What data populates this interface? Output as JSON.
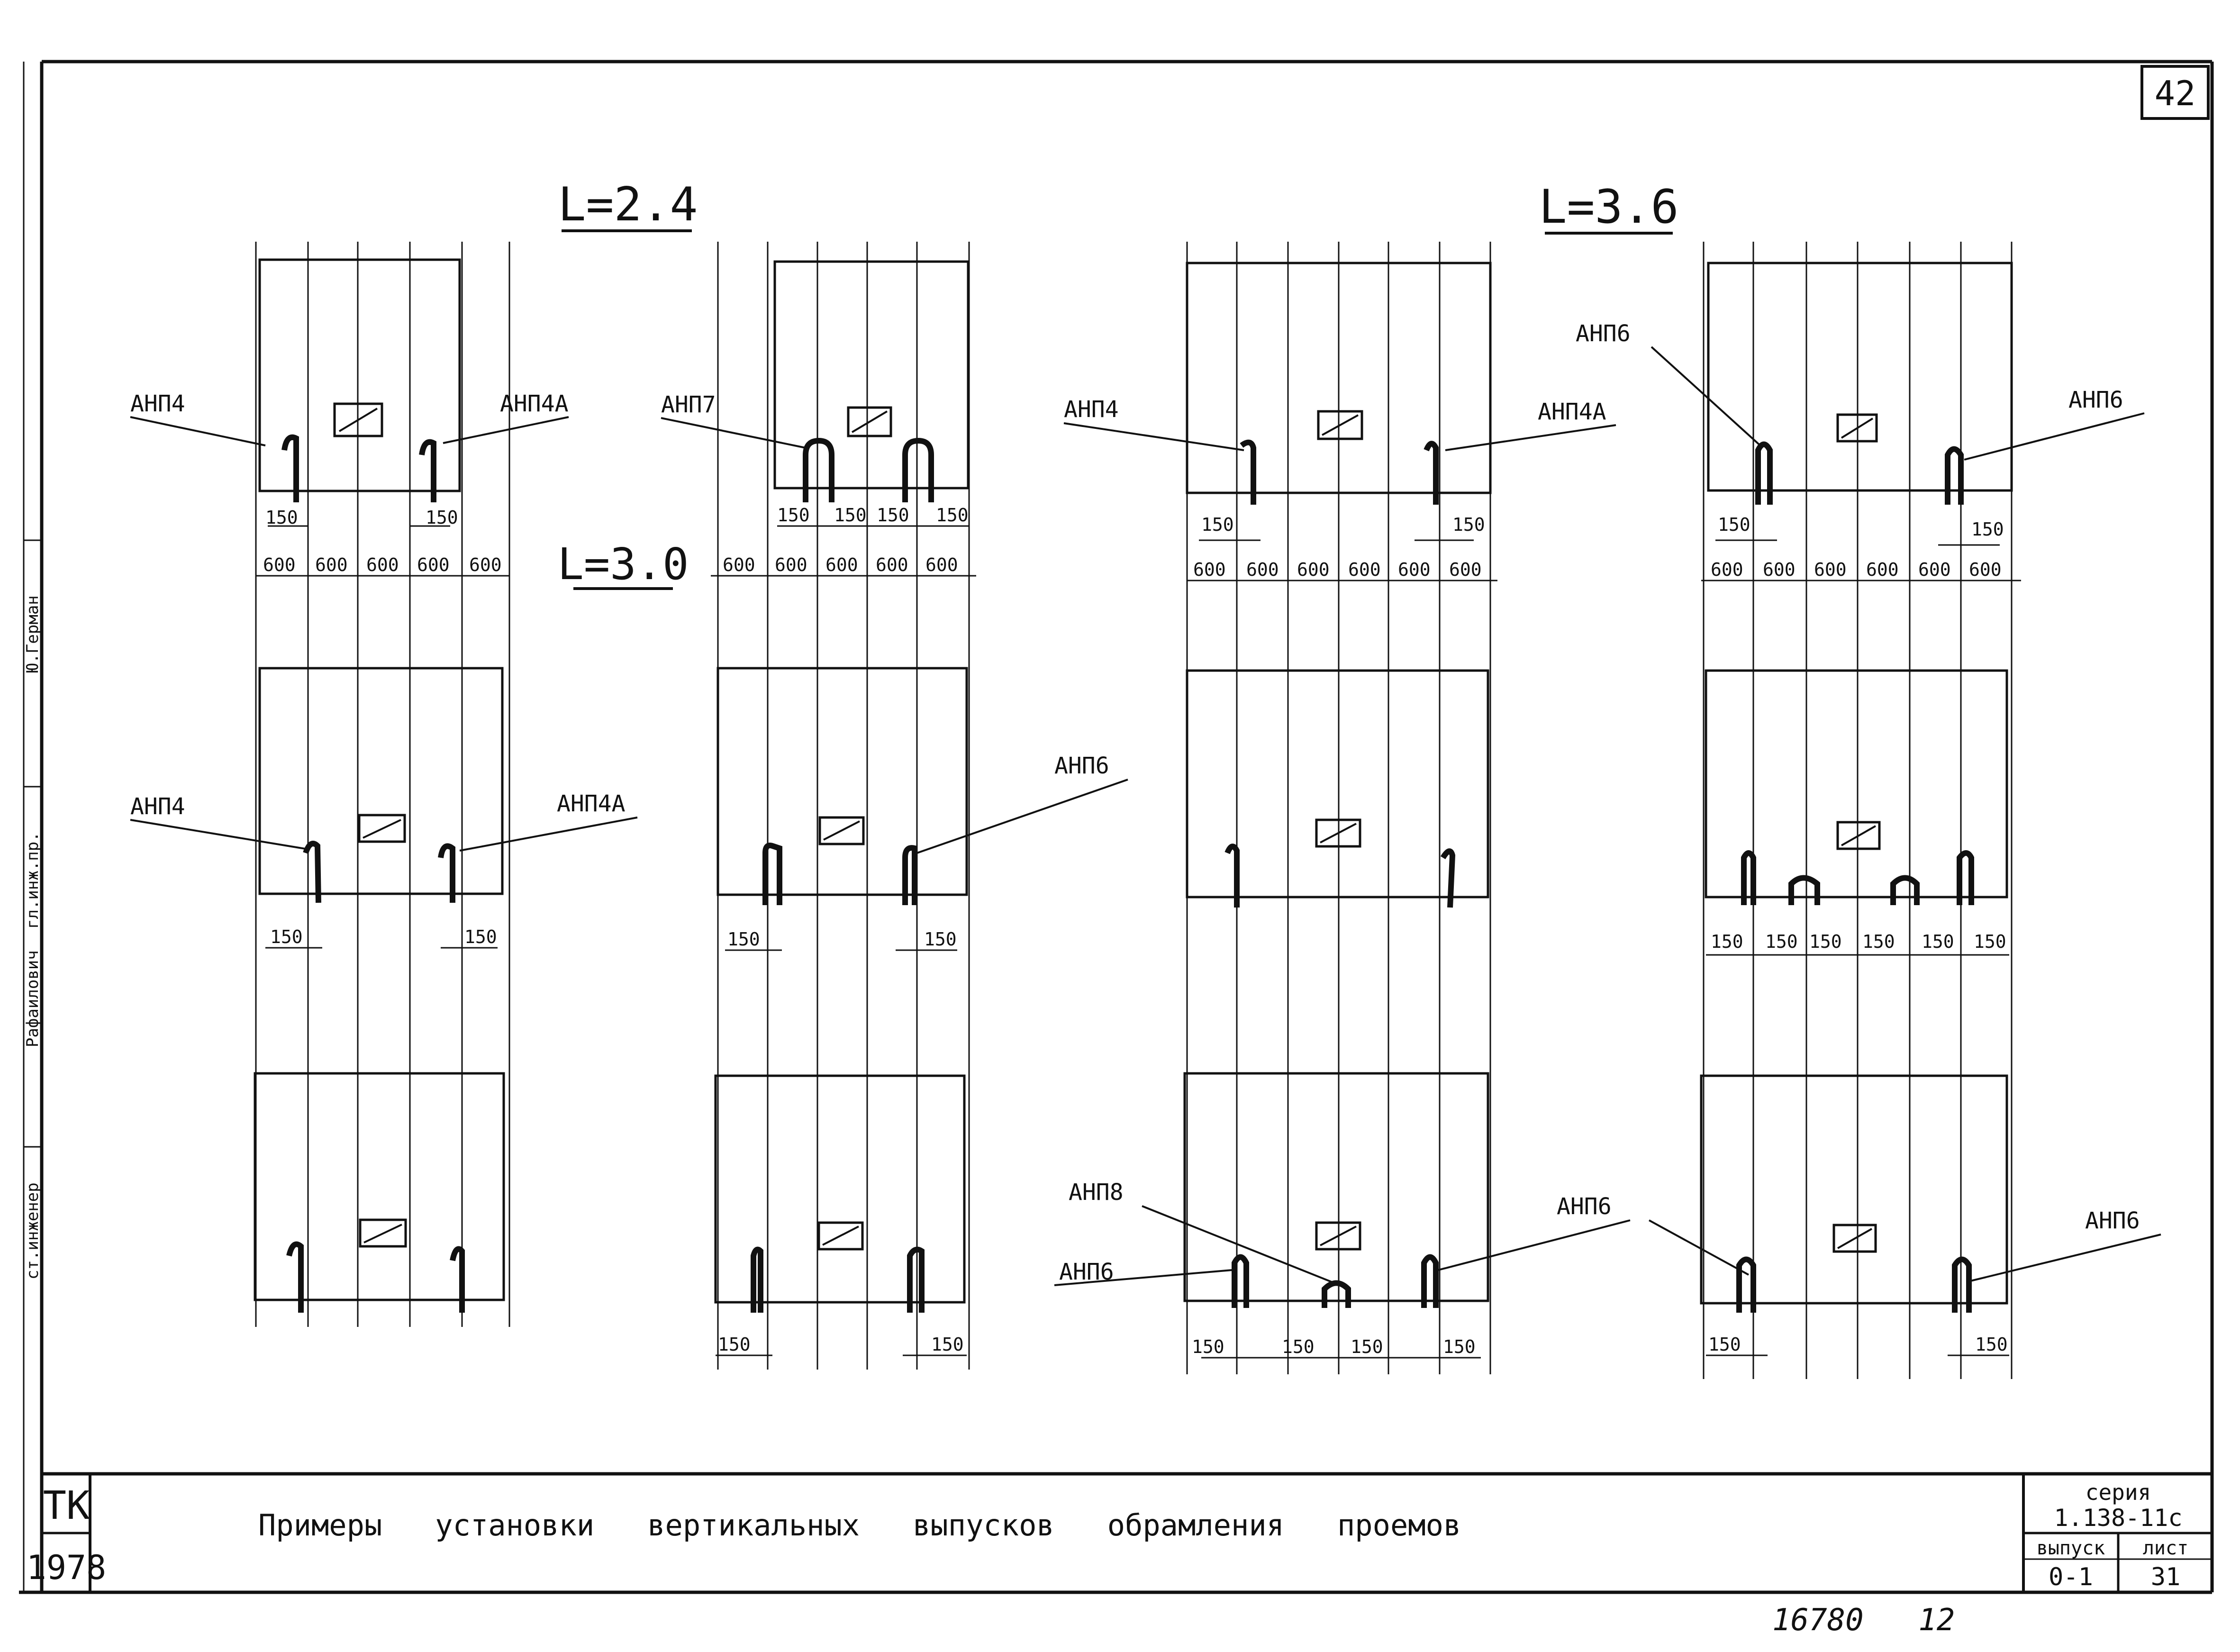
{
  "sheet": {
    "page_number": "42",
    "headings": {
      "l24": "L=2.4",
      "l30": "L=3.0",
      "l36": "L=3.6"
    },
    "footer_number": "16780   12"
  },
  "title_block": {
    "org": "ТК",
    "year": "1978",
    "title": "Примеры   установки   вертикальных   выпусков   обрамления   проемов",
    "series_label": "серия",
    "series_value": "1.138-11с",
    "issue_label": "выпуск",
    "issue_value": "0-1",
    "sheet_label": "лист",
    "sheet_value": "31"
  },
  "side_stamp": {
    "role_1": "ст.инженер",
    "name_1": "Рафаилович",
    "role_2": "гл.инж.пр.",
    "name_2": "Ю.Герман"
  },
  "marks": {
    "anp4": "АНП4",
    "anp4a": "АНП4А",
    "anp6": "АНП6",
    "anp7": "АНП7",
    "anp8": "АНП8"
  },
  "dims": {
    "d600": "600",
    "d150": "150"
  }
}
